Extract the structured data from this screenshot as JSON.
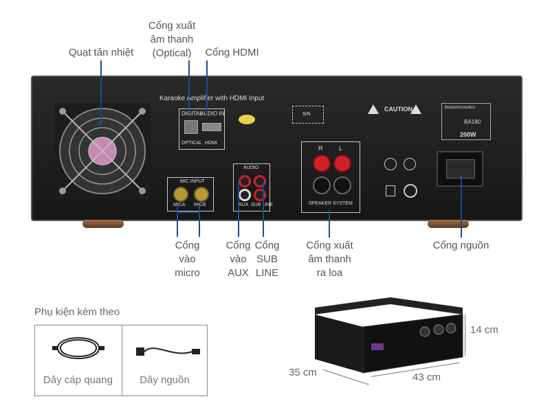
{
  "callouts": {
    "fan": "Quạt tản nhiệt",
    "optical": "Cổng xuất\nâm thanh\n(Optical)",
    "hdmi": "Cổng HDMI",
    "mic": "Cổng\nvào\nmicro",
    "aux": "Cổng\nvào\nAUX",
    "sub": "Cổng\nSUB\nLINE",
    "speaker": "Cổng xuất\nâm thanh\nra loa",
    "power": "Cổng nguồn"
  },
  "panel": {
    "title": "Karaoke Amplifier with HDMI Input",
    "digital": "DIGITAL",
    "audio_in": "AUDIO IN",
    "optical": "OPTICAL",
    "hdmi": "HDMI",
    "mic_input": "MIC INPUT",
    "mica": "MICA",
    "micb": "MICB",
    "audio": "AUDIO",
    "aux": "AUX",
    "sub_line": "SUB LINE",
    "r": "R",
    "l": "L",
    "speaker_system": "SPEAKER SYSTEM",
    "caution": "CAUTION",
    "brand": "BostonAcoustics",
    "model": "BA180",
    "power_rating": "200W",
    "sn": "S/N"
  },
  "accessories": {
    "heading": "Phụ kiện kèm theo",
    "items": [
      "Dây cáp quang",
      "Dây nguồn"
    ]
  },
  "dimensions": {
    "height": "14 cm",
    "depth": "35 cm",
    "width": "43 cm"
  },
  "colors": {
    "callout_line": "#1a4d8f",
    "terminal_red": "#d0202a"
  }
}
